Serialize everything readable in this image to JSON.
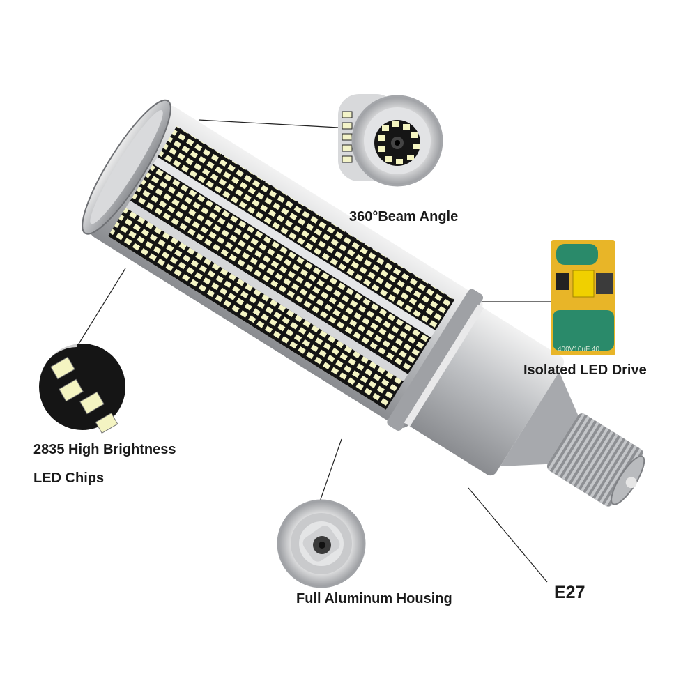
{
  "labels": {
    "beam_angle": "360°Beam Angle",
    "led_drive": "Isolated LED Drive",
    "chips_line1": "2835 High Brightness",
    "chips_line2": "LED Chips",
    "housing": "Full Aluminum Housing",
    "base": "E27"
  },
  "driver_capacitor_text": "400V10uF 40",
  "colors": {
    "background": "#ffffff",
    "aluminum": "#c9cacc",
    "led_chip": "#f6f6c8",
    "led_panel": "#141414",
    "pcb": "#e8b528",
    "capacitor": "#2a8a6a",
    "text": "#1a1a1a"
  },
  "icons": [
    "corn-led-bulb",
    "beam-angle-end-cap",
    "driver-pcb",
    "led-chip-closeup",
    "aluminum-housing-end",
    "e27-screw-base"
  ]
}
